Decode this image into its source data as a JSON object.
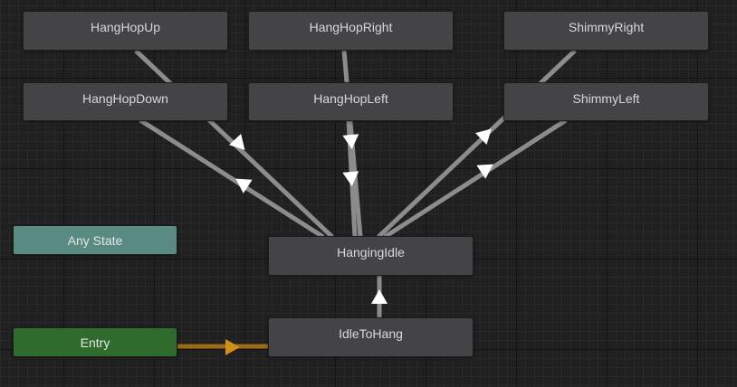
{
  "graph": {
    "states": {
      "hang_hop_up": "HangHopUp",
      "hang_hop_right": "HangHopRight",
      "shimmy_right": "ShimmyRight",
      "hang_hop_down": "HangHopDown",
      "hang_hop_left": "HangHopLeft",
      "shimmy_left": "ShimmyLeft",
      "any_state": "Any State",
      "hanging_idle": "HangingIdle",
      "entry": "Entry",
      "idle_to_hang": "IdleToHang"
    },
    "colors": {
      "background": "#202020",
      "state_node": "#444446",
      "any_state_node": "#5a8b82",
      "entry_node": "#2f6b2c",
      "transition": "#8c8c8c",
      "entry_transition": "#9c6b18",
      "arrow": "#ffffff",
      "entry_arrow": "#d08f15"
    }
  }
}
